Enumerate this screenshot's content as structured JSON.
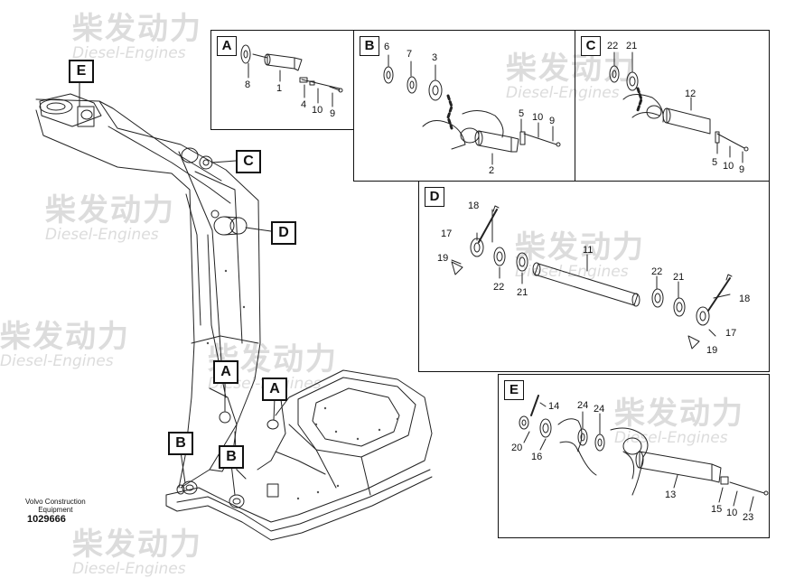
{
  "watermark": {
    "brand_cn": "柴发动力",
    "brand_en": "Diesel-Engines"
  },
  "footer": {
    "maker_line1": "Volvo Construction",
    "maker_line2": "Equipment",
    "doc_number": "1029666"
  },
  "callouts": {
    "E": "E",
    "C": "C",
    "D": "D",
    "A_left": "A",
    "A_right": "A",
    "B_left": "B",
    "B_right": "B"
  },
  "panels": {
    "A": {
      "tag": "A",
      "labels": {
        "p8": "8",
        "p1": "1",
        "p4": "4",
        "p10": "10",
        "p9": "9"
      }
    },
    "B": {
      "tag": "B",
      "labels": {
        "p6": "6",
        "p7": "7",
        "p3": "3",
        "p5": "5",
        "p10": "10",
        "p9": "9",
        "p2": "2"
      }
    },
    "C": {
      "tag": "C",
      "labels": {
        "p22": "22",
        "p21": "21",
        "p12": "12",
        "p5": "5",
        "p10": "10",
        "p9": "9"
      }
    },
    "D": {
      "tag": "D",
      "labels": {
        "p18a": "18",
        "p17a": "17",
        "p19a": "19",
        "p22a": "22",
        "p21a": "21",
        "p11": "11",
        "p22b": "22",
        "p21b": "21",
        "p18b": "18",
        "p17b": "17",
        "p19b": "19"
      }
    },
    "E": {
      "tag": "E",
      "labels": {
        "p14": "14",
        "p24a": "24",
        "p24b": "24",
        "p20": "20",
        "p16": "16",
        "p13": "13",
        "p15": "15",
        "p10": "10",
        "p23": "23"
      }
    }
  }
}
